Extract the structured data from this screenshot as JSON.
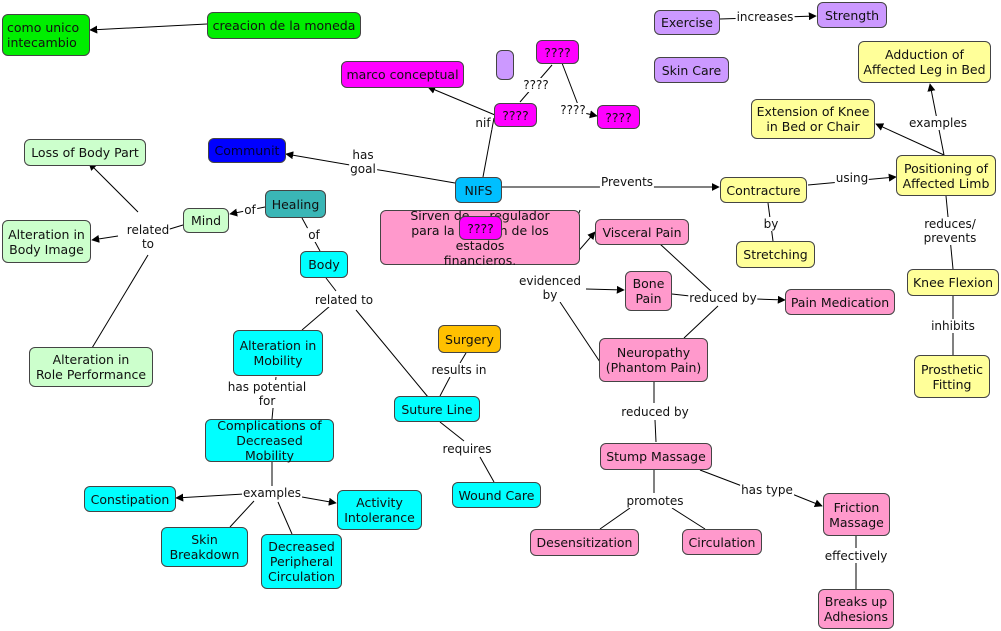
{
  "colors": {
    "green": "#00ee00",
    "magenta": "#ff00ff",
    "blue": "#0000ff",
    "lightgreen": "#ccffcc",
    "teal": "#3ab6b6",
    "cyan": "#00ffff",
    "sky": "#00bfff",
    "pink": "#ff99cc",
    "yellow": "#ffff99",
    "purple": "#cc99ff",
    "orange": "#ffc000"
  },
  "nodes": {
    "como_unico": "como unico\nintecambio",
    "creacion_moneda": "creacion de la moneda",
    "marco_conceptual": "marco conceptual",
    "q1": "????",
    "q2": "????",
    "q3": "????",
    "q4": "????",
    "empty_purple": "",
    "exercise": "Exercise",
    "strength": "Strength",
    "skin_care": "Skin Care",
    "adduction": "Adduction of\nAffected Leg in Bed",
    "extension_knee": "Extension of Knee\nin Bed or Chair",
    "positioning": "Positioning of\nAffected Limb",
    "contracture": "Contracture",
    "stretching": "Stretching",
    "knee_flexion": "Knee Flexion",
    "prosthetic": "Prosthetic\nFitting",
    "community": "Communit",
    "nifs": "NIFS",
    "loss_body_part": "Loss of Body Part",
    "alteration_body_image": "Alteration in\nBody Image",
    "alteration_role": "Alteration in\nRole Performance",
    "mind": "Mind",
    "healing": "Healing",
    "body": "Body",
    "sirven": "Sirven de ... regulador\npara la emisión de los estados\nfinancieros.",
    "visceral_pain": "Visceral Pain",
    "bone_pain": "Bone\nPain",
    "pain_medication": "Pain Medication",
    "neuropathy": "Neuropathy\n(Phantom Pain)",
    "alteration_mobility": "Alteration in\nMobility",
    "surgery": "Surgery",
    "suture_line": "Suture Line",
    "wound_care": "Wound Care",
    "complications": "Complications of\nDecreased Mobility",
    "constipation": "Constipation",
    "activity_intolerance": "Activity\nIntolerance",
    "skin_breakdown": "Skin\nBreakdown",
    "decreased_circulation": "Decreased\nPeripheral\nCirculation",
    "stump_massage": "Stump Massage",
    "desensitization": "Desensitization",
    "circulation": "Circulation",
    "friction_massage": "Friction\nMassage",
    "breaks_up": "Breaks up\nAdhesions"
  },
  "links": {
    "increases": "increases",
    "q_link1": "????",
    "q_link2": "????",
    "nif": "nif",
    "examples_top": "examples",
    "has_goal": "has\ngoal",
    "prevents": "Prevents",
    "using": "using",
    "by": "by",
    "reduces_prevents": "reduces/\nprevents",
    "inhibits": "inhibits",
    "of_mind": "of",
    "of_body": "of",
    "related_to_left": "related\nto",
    "related_to_body": "related to",
    "evidenced_by": "evidenced\nby",
    "reduced_by_pain": "reduced by",
    "reduced_by_stump": "reduced by",
    "has_potential_for": "has potential\nfor",
    "results_in": "results in",
    "requires": "requires",
    "examples_bottom": "examples",
    "promotes": "promotes",
    "has_type": "has type",
    "effectively": "effectively"
  }
}
